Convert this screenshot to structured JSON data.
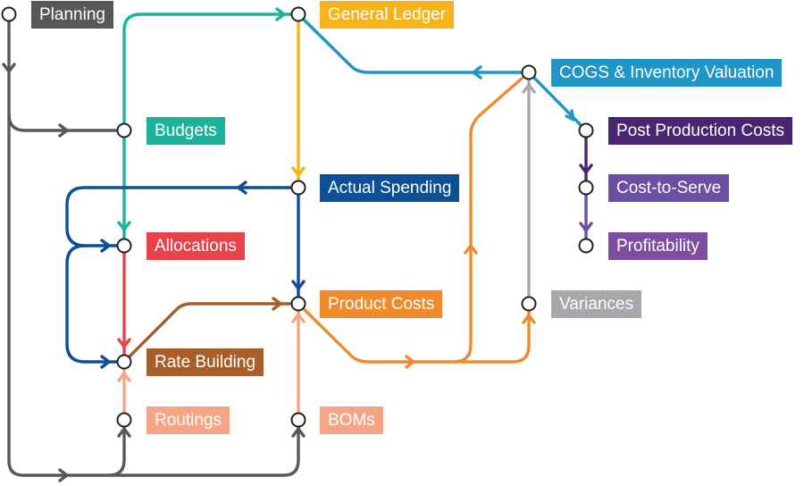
{
  "colors": {
    "planning": "#58585a",
    "general_ledger": "#f5b41a",
    "cogs": "#1f95c8",
    "post_production": "#4b2571",
    "cost_to_serve": "#6c4fa3",
    "profitability": "#7d4da2",
    "budgets": "#1db39b",
    "actual_spending": "#0d4f95",
    "allocations": "#e8434a",
    "product_costs": "#ef8a2d",
    "variances": "#a6a8ab",
    "rate_building": "#a75e2b",
    "routings": "#f5a585",
    "boms": "#f5a585"
  },
  "nodes": {
    "planning": "Planning",
    "general_ledger": "General Ledger",
    "cogs": "COGS & Inventory Valuation",
    "post_production": "Post Production Costs",
    "budgets": "Budgets",
    "actual_spending": "Actual Spending",
    "cost_to_serve": "Cost-to-Serve",
    "allocations": "Allocations",
    "profitability": "Profitability",
    "product_costs": "Product Costs",
    "variances": "Variances",
    "rate_building": "Rate Building",
    "routings": "Routings",
    "boms": "BOMs"
  }
}
